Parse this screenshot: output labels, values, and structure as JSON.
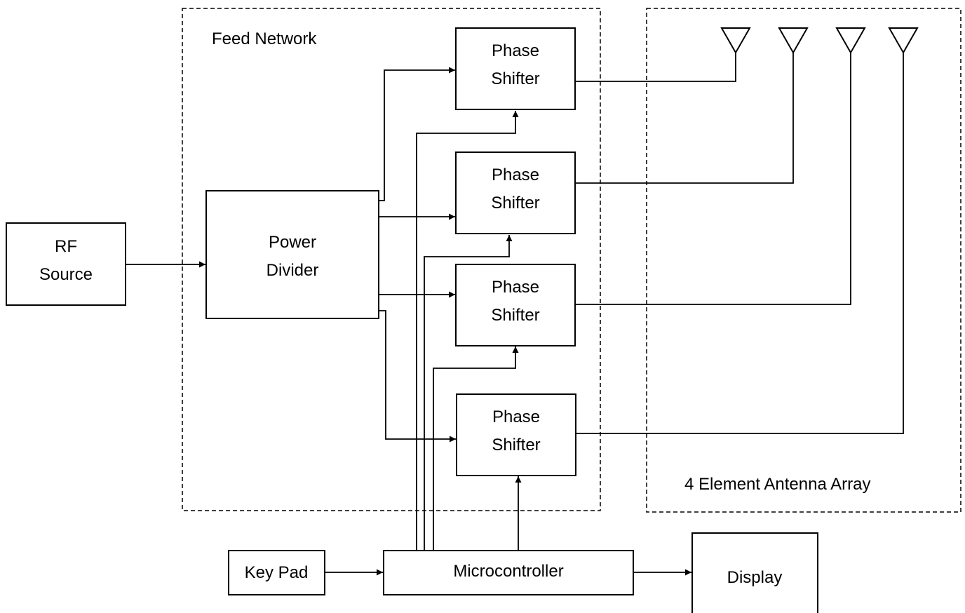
{
  "regions": {
    "feed_network": "Feed Network",
    "antenna_array": "4 Element Antenna Array"
  },
  "blocks": {
    "rf_source": [
      "RF",
      "Source"
    ],
    "power_divider": [
      "Power",
      "Divider"
    ],
    "phase_shifters": [
      [
        "Phase",
        "Shifter"
      ],
      [
        "Phase",
        "Shifter"
      ],
      [
        "Phase",
        "Shifter"
      ],
      [
        "Phase",
        "Shifter"
      ]
    ],
    "keypad": "Key Pad",
    "microcontroller": "Microcontroller",
    "display": "Display"
  },
  "icons": {
    "antenna": "antenna-icon"
  },
  "colors": {
    "stroke": "#000000",
    "background": "#ffffff"
  }
}
